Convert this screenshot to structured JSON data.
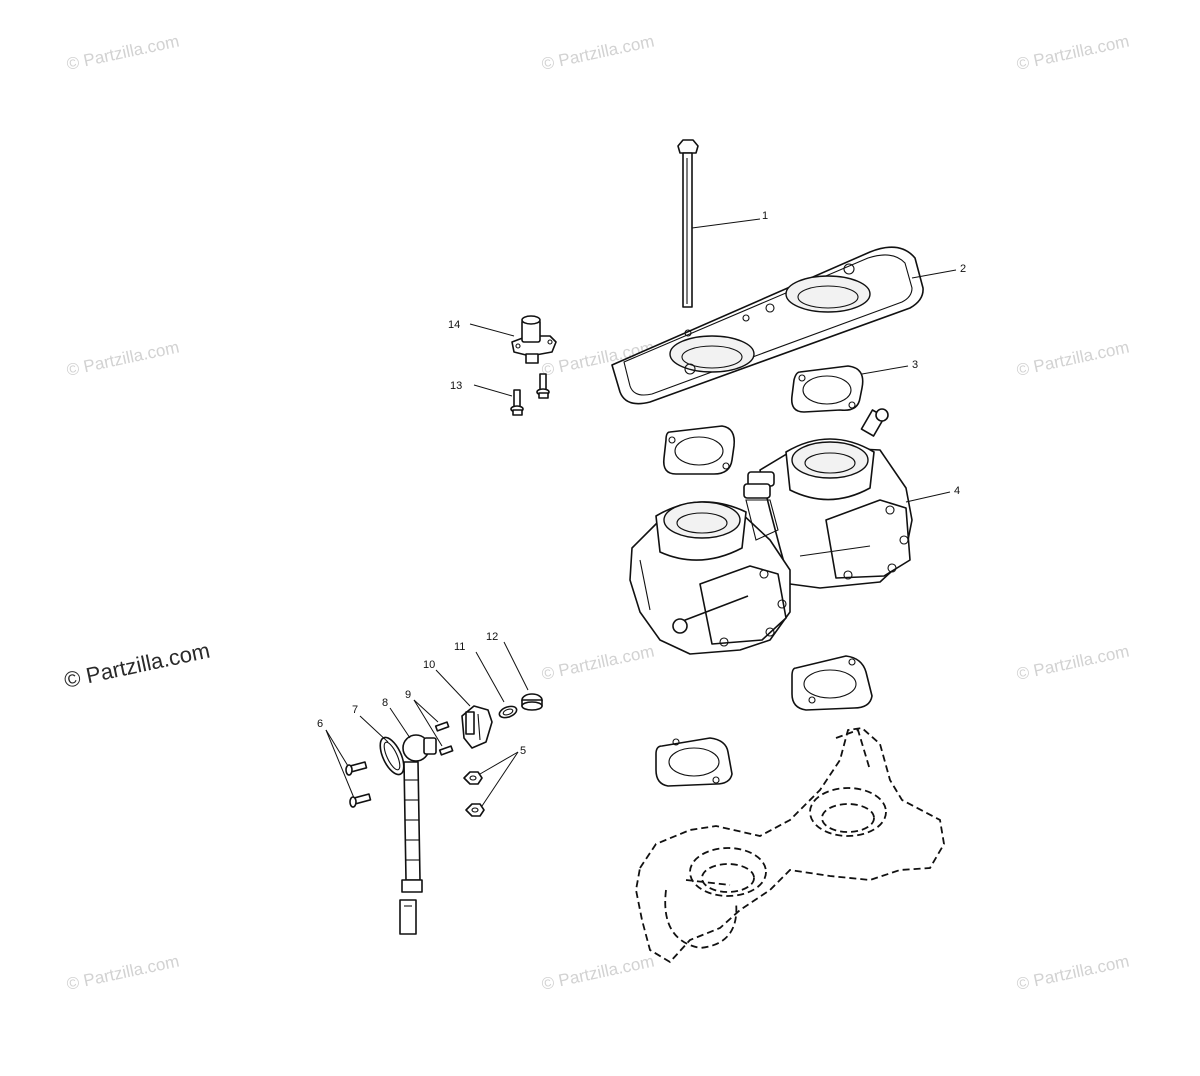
{
  "watermark": {
    "text": "© Partzilla.com"
  },
  "callouts": [
    "1",
    "2",
    "3",
    "4",
    "5",
    "6",
    "7",
    "8",
    "9",
    "10",
    "11",
    "12",
    "13",
    "14"
  ]
}
